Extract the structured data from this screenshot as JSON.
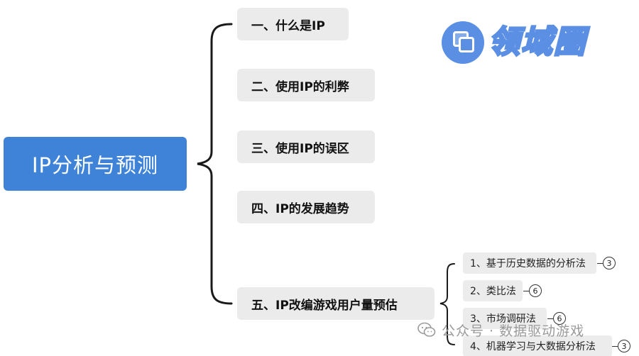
{
  "root": {
    "label": "IP分析与预测"
  },
  "branches": [
    {
      "label": "一、什么是IP"
    },
    {
      "label": "二、使用IP的利弊"
    },
    {
      "label": "三、使用IP的误区"
    },
    {
      "label": "四、IP的发展趋势"
    },
    {
      "label": "五、IP改编游戏用户量预估"
    }
  ],
  "sub_items": [
    {
      "label": "1、基于历史数据的分析法",
      "count": "3"
    },
    {
      "label": "2、类比法",
      "count": "6"
    },
    {
      "label": "3、市场调研法",
      "count": "6"
    },
    {
      "label": "4、机器学习与大数据分析法",
      "count": "3"
    }
  ],
  "watermark": {
    "logo_text": "领域圈"
  },
  "footer": {
    "text": "公众号 · 数据驱动游戏"
  },
  "colors": {
    "root_bg": "#3f83d9",
    "branch_bg": "#ebebeb",
    "logo_blue": "#5b8fe3",
    "footer_gray": "#9a9a9a"
  }
}
